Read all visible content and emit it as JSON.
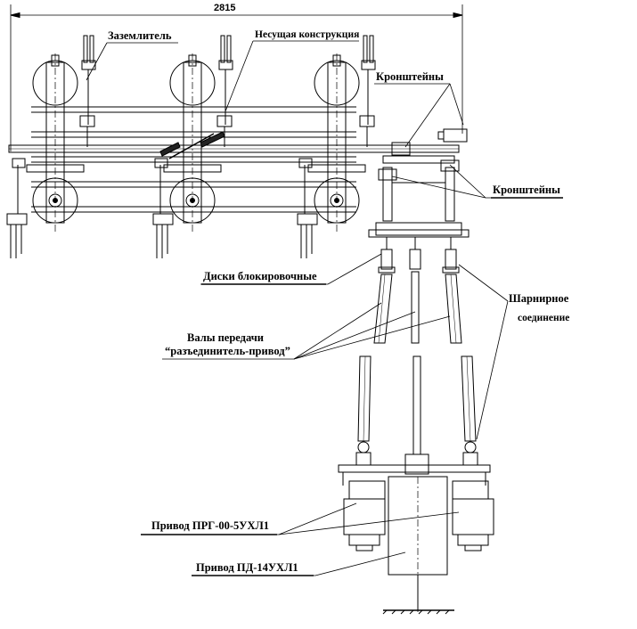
{
  "dimension": {
    "overall_width": "2815"
  },
  "labels": {
    "grounding_switch": "Заземлитель",
    "support_structure": "Несущая конструкция",
    "brackets_top": "Кронштейны",
    "brackets_side": "Кронштейны",
    "locking_disks": "Диски блокировочные",
    "hinge_joint_line1": "Шарнирное",
    "hinge_joint_line2": "соединение",
    "shafts_line1": "Валы передачи",
    "shafts_line2": "“разъединитель-привод”",
    "drive_prg": "Привод ПРГ-00-5УХЛ1",
    "drive_pd": "Привод ПД-14УХЛ1"
  }
}
